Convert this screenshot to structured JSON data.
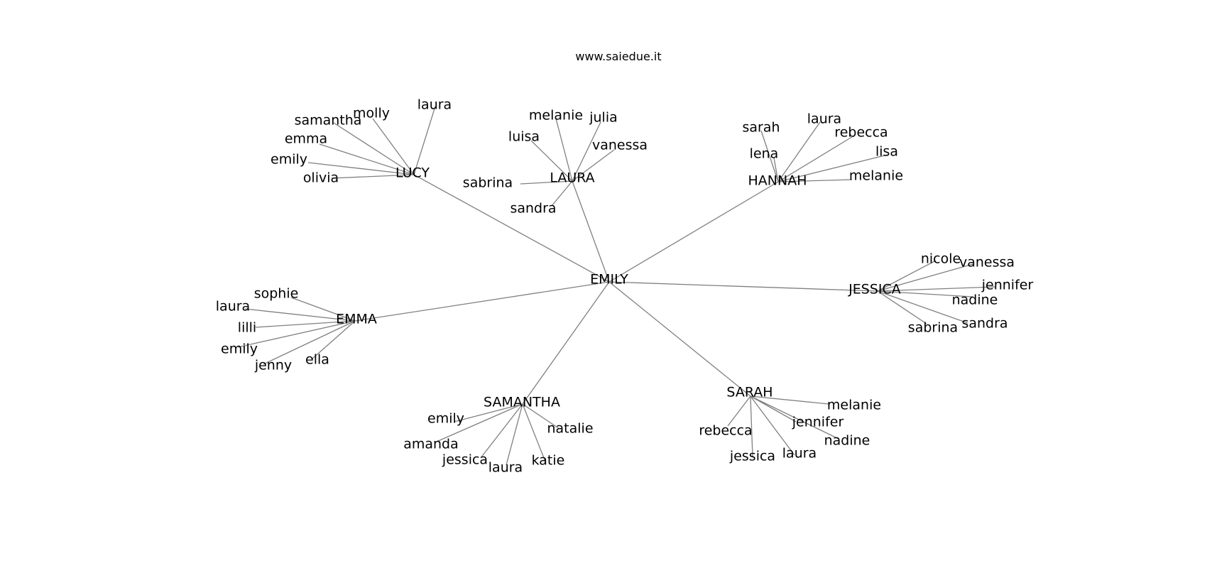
{
  "header": {
    "site": "www.saiedue.it"
  },
  "graph": {
    "center": "EMILY",
    "groups": [
      {
        "name": "LUCY",
        "leaves": [
          "laura",
          "molly",
          "samantha",
          "emma",
          "emily",
          "olivia"
        ]
      },
      {
        "name": "LAURA",
        "leaves": [
          "melanie",
          "julia",
          "luisa",
          "vanessa",
          "sabrina",
          "sandra"
        ]
      },
      {
        "name": "HANNAH",
        "leaves": [
          "sarah",
          "laura",
          "rebecca",
          "lena",
          "lisa",
          "melanie"
        ]
      },
      {
        "name": "JESSICA",
        "leaves": [
          "nicole",
          "vanessa",
          "jennifer",
          "nadine",
          "sandra",
          "sabrina"
        ]
      },
      {
        "name": "SARAH",
        "leaves": [
          "melanie",
          "jennifer",
          "nadine",
          "laura",
          "jessica",
          "rebecca"
        ]
      },
      {
        "name": "SAMANTHA",
        "leaves": [
          "emily",
          "amanda",
          "jessica",
          "laura",
          "katie",
          "natalie"
        ]
      },
      {
        "name": "EMMA",
        "leaves": [
          "sophie",
          "laura",
          "lilli",
          "emily",
          "jenny",
          "ella"
        ]
      }
    ]
  }
}
